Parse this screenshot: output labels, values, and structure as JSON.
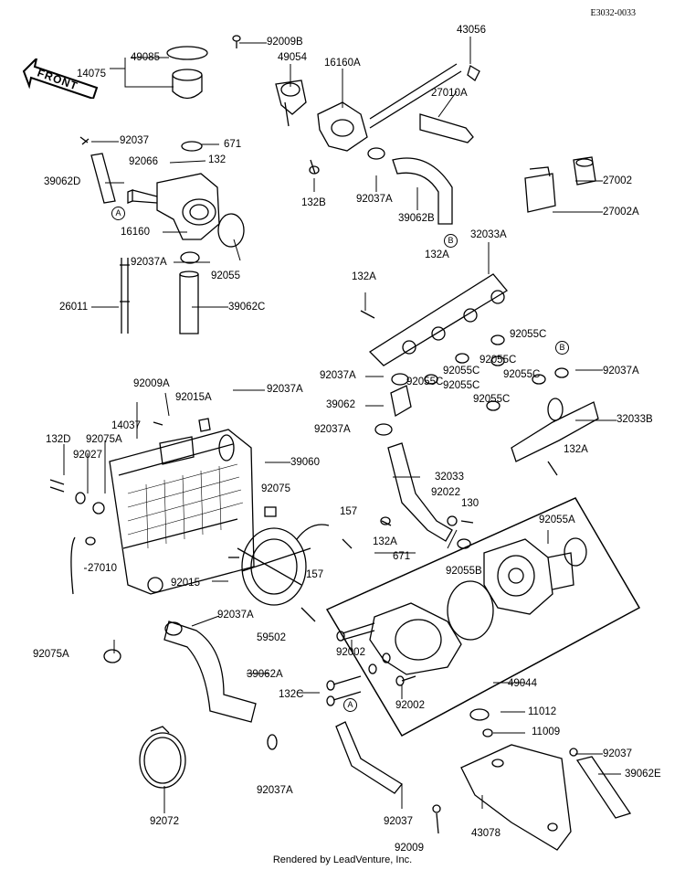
{
  "diagram_code": "E3032-0033",
  "front_label": "FRONT",
  "credit": "Rendered by LeadVenture, Inc.",
  "callouts": {
    "a": "A",
    "b": "B"
  },
  "parts": [
    {
      "id": "92009B",
      "label": "92009B"
    },
    {
      "id": "49085",
      "label": "49085"
    },
    {
      "id": "14075",
      "label": "14075"
    },
    {
      "id": "49054",
      "label": "49054"
    },
    {
      "id": "16160A",
      "label": "16160A"
    },
    {
      "id": "43056",
      "label": "43056"
    },
    {
      "id": "27010A",
      "label": "27010A"
    },
    {
      "id": "92037",
      "label": "92037"
    },
    {
      "id": "671",
      "label": "671"
    },
    {
      "id": "92066",
      "label": "92066"
    },
    {
      "id": "132",
      "label": "132"
    },
    {
      "id": "39062D",
      "label": "39062D"
    },
    {
      "id": "16160",
      "label": "16160"
    },
    {
      "id": "92055",
      "label": "92055"
    },
    {
      "id": "92037A",
      "label": "92037A"
    },
    {
      "id": "132B",
      "label": "132B"
    },
    {
      "id": "39062B",
      "label": "39062B"
    },
    {
      "id": "27002",
      "label": "27002"
    },
    {
      "id": "27002A",
      "label": "27002A"
    },
    {
      "id": "32033A",
      "label": "32033A"
    },
    {
      "id": "132A",
      "label": "132A"
    },
    {
      "id": "26011",
      "label": "26011"
    },
    {
      "id": "39062C",
      "label": "39062C"
    },
    {
      "id": "92055C",
      "label": "92055C"
    },
    {
      "id": "92009A",
      "label": "92009A"
    },
    {
      "id": "92015A",
      "label": "92015A"
    },
    {
      "id": "39062",
      "label": "39062"
    },
    {
      "id": "32033B",
      "label": "32033B"
    },
    {
      "id": "14037",
      "label": "14037"
    },
    {
      "id": "132D",
      "label": "132D"
    },
    {
      "id": "92027",
      "label": "92027"
    },
    {
      "id": "92075A",
      "label": "92075A"
    },
    {
      "id": "39060",
      "label": "39060"
    },
    {
      "id": "32033",
      "label": "32033"
    },
    {
      "id": "92075",
      "label": "92075"
    },
    {
      "id": "92022",
      "label": "92022"
    },
    {
      "id": "130",
      "label": "130"
    },
    {
      "id": "157",
      "label": "157"
    },
    {
      "id": "27010",
      "label": "27010"
    },
    {
      "id": "92015",
      "label": "92015"
    },
    {
      "id": "59502",
      "label": "59502"
    },
    {
      "id": "92055A",
      "label": "92055A"
    },
    {
      "id": "92055B",
      "label": "92055B"
    },
    {
      "id": "39062A",
      "label": "39062A"
    },
    {
      "id": "92002",
      "label": "92002"
    },
    {
      "id": "132C",
      "label": "132C"
    },
    {
      "id": "49044",
      "label": "49044"
    },
    {
      "id": "11012",
      "label": "11012"
    },
    {
      "id": "11009",
      "label": "11009"
    },
    {
      "id": "39062E",
      "label": "39062E"
    },
    {
      "id": "92072",
      "label": "92072"
    },
    {
      "id": "43078",
      "label": "43078"
    }
  ]
}
